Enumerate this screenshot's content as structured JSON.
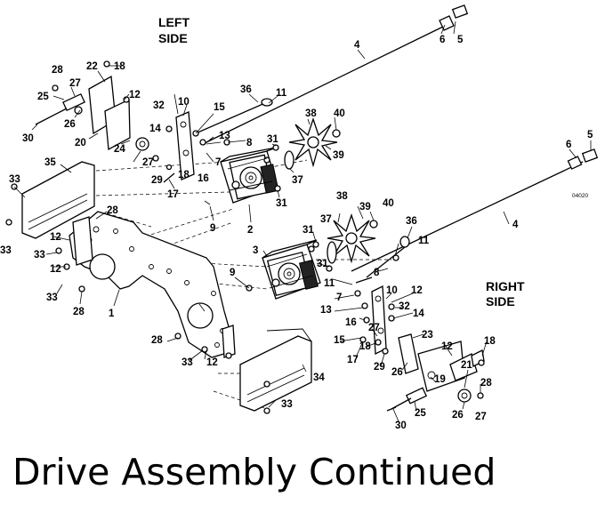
{
  "side_labels": {
    "left": [
      "LEFT",
      "SIDE"
    ],
    "right": [
      "RIGHT",
      "SIDE"
    ]
  },
  "drawing_code": "04020",
  "caption": "Drive Assembly Continued",
  "callouts": [
    "4",
    "5",
    "6",
    "28",
    "22",
    "18",
    "25",
    "27",
    "12",
    "26",
    "30",
    "20",
    "24",
    "32",
    "10",
    "36",
    "11",
    "14",
    "15",
    "13",
    "8",
    "38",
    "40",
    "31",
    "39",
    "7",
    "27",
    "18",
    "29",
    "17",
    "16",
    "37",
    "35",
    "33",
    "33",
    "2",
    "9",
    "31",
    "28",
    "12",
    "33",
    "12",
    "1",
    "33",
    "28",
    "3",
    "38",
    "39",
    "40",
    "37",
    "36",
    "31",
    "11",
    "31",
    "9",
    "8",
    "11",
    "7",
    "10",
    "12",
    "13",
    "32",
    "16",
    "14",
    "15",
    "18",
    "27",
    "17",
    "29",
    "26",
    "23",
    "12",
    "18",
    "19",
    "21",
    "28",
    "25",
    "26",
    "27",
    "30",
    "33",
    "12",
    "28",
    "33",
    "34",
    "6",
    "5",
    "4"
  ]
}
